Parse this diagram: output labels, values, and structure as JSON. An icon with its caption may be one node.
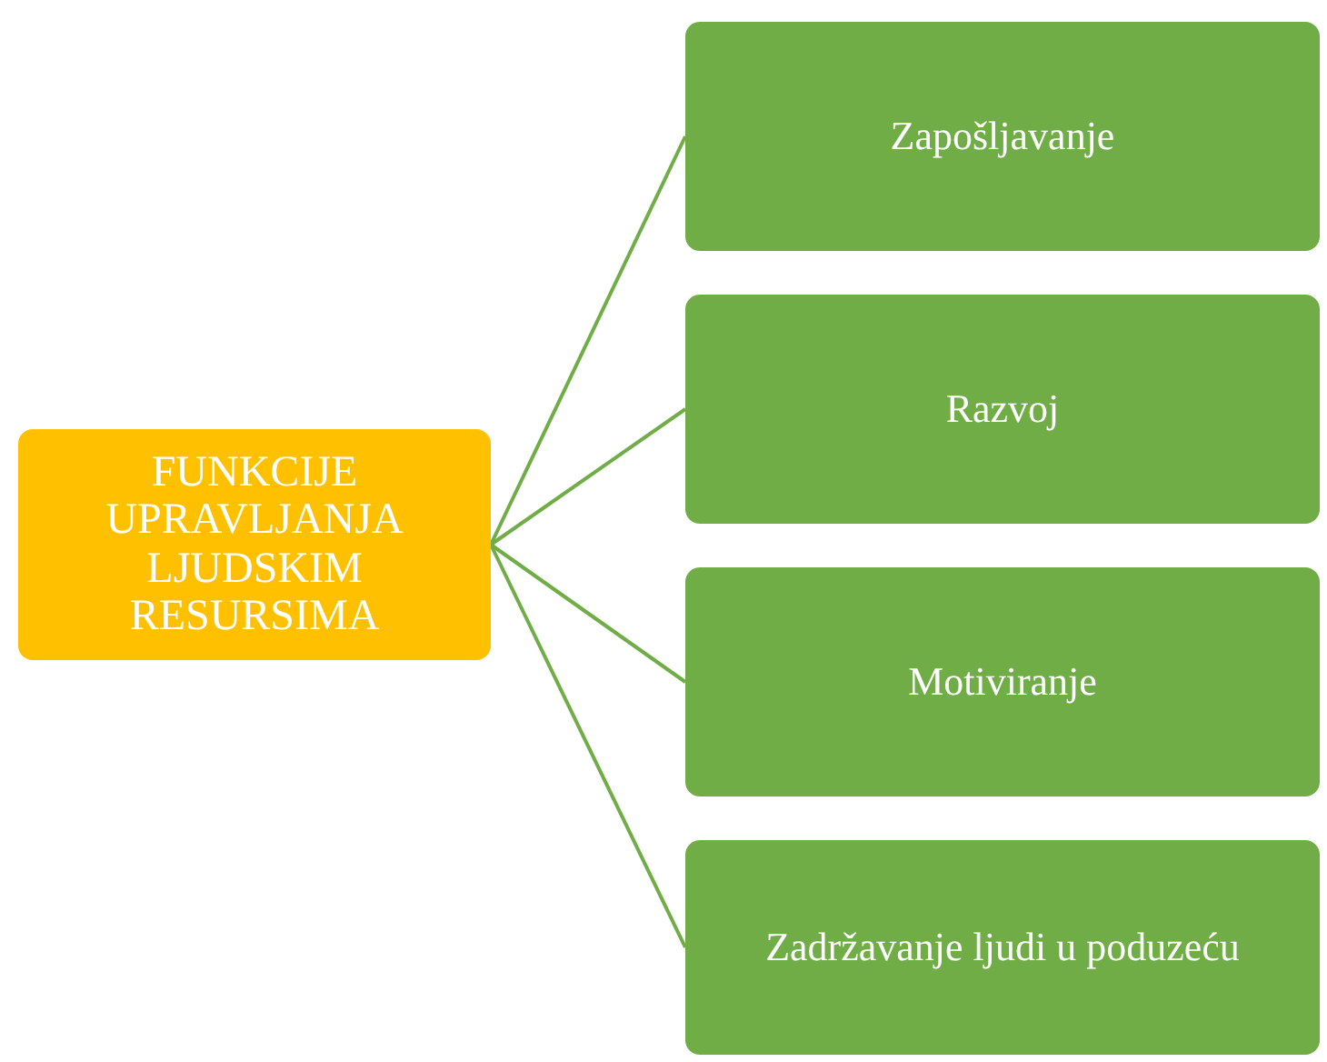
{
  "diagram": {
    "nodes": [
      {
        "text": [
          "FUNKCIJE UPRAVLJANJA LJUDSKIM RESURSIMA"
        ]
      },
      {
        "text": [
          "Zapošljavanje"
        ]
      },
      {
        "text": [
          "Razvoj"
        ]
      },
      {
        "text": [
          "Motiviranje"
        ]
      },
      {
        "text": [
          "Zadržavanje ljudi u poduzeću"
        ]
      }
    ],
    "edges": [
      {
        "from": 0,
        "to": 1,
        "arrow": "none"
      },
      {
        "from": 0,
        "to": 2,
        "arrow": "none"
      },
      {
        "from": 0,
        "to": 3,
        "arrow": "none"
      },
      {
        "from": 0,
        "to": 4,
        "arrow": "none"
      }
    ]
  }
}
